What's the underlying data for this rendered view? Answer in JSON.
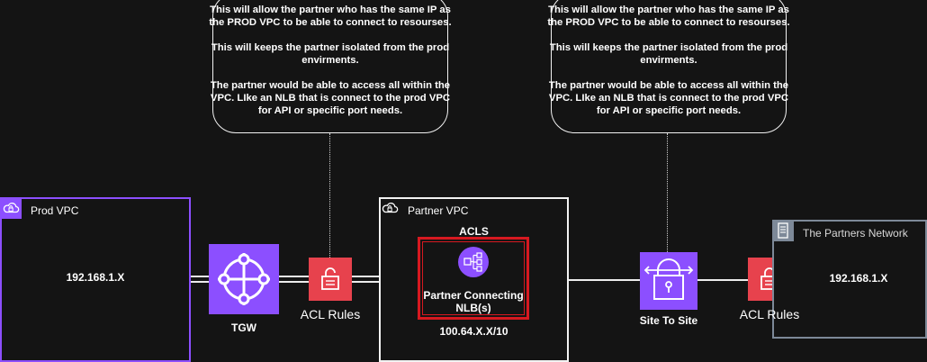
{
  "callouts": {
    "left": "This will allow the partner who has the same IP as the PROD VPC to be able to connect to resourses.\n\nThis will keeps the partner isolated from the prod envirments.\n\nThe partner would be able to access all within the VPC. LIke an NLB that is connect to the prod VPC for API or specific port needs.",
    "right": "This will allow the partner who has the same IP as the PROD VPC to be able to connect to resourses.\n\nThis will keeps the partner isolated from the prod envirments.\n\nThe partner would be able to access all within the VPC. LIke an NLB that is connect to the prod VPC for API or specific port needs."
  },
  "prod_vpc": {
    "title": "Prod VPC",
    "ip": "192.168.1.X",
    "color": "#8c4fff"
  },
  "tgw": {
    "label": "TGW",
    "color": "#8c4fff",
    "icon": "transit-gateway-icon"
  },
  "acl_left": {
    "label": "ACL Rules",
    "color": "#e7424d",
    "icon": "network-acl-icon"
  },
  "partner_vpc": {
    "title": "Partner VPC",
    "acls_label": "ACLS",
    "nlb_label": "Partner Connecting NLB(s)",
    "cidr": "100.64.X.X/10",
    "highlight_color": "#d71920"
  },
  "site_to_site": {
    "label": "Site To Site",
    "color": "#8c4fff",
    "icon": "site-to-site-vpn-icon"
  },
  "acl_right": {
    "label": "ACL Rules",
    "color": "#e7424d",
    "icon": "network-acl-icon"
  },
  "partners_network": {
    "title": "The Partners Network",
    "ip": "192.168.1.X",
    "color": "#7d8998"
  }
}
